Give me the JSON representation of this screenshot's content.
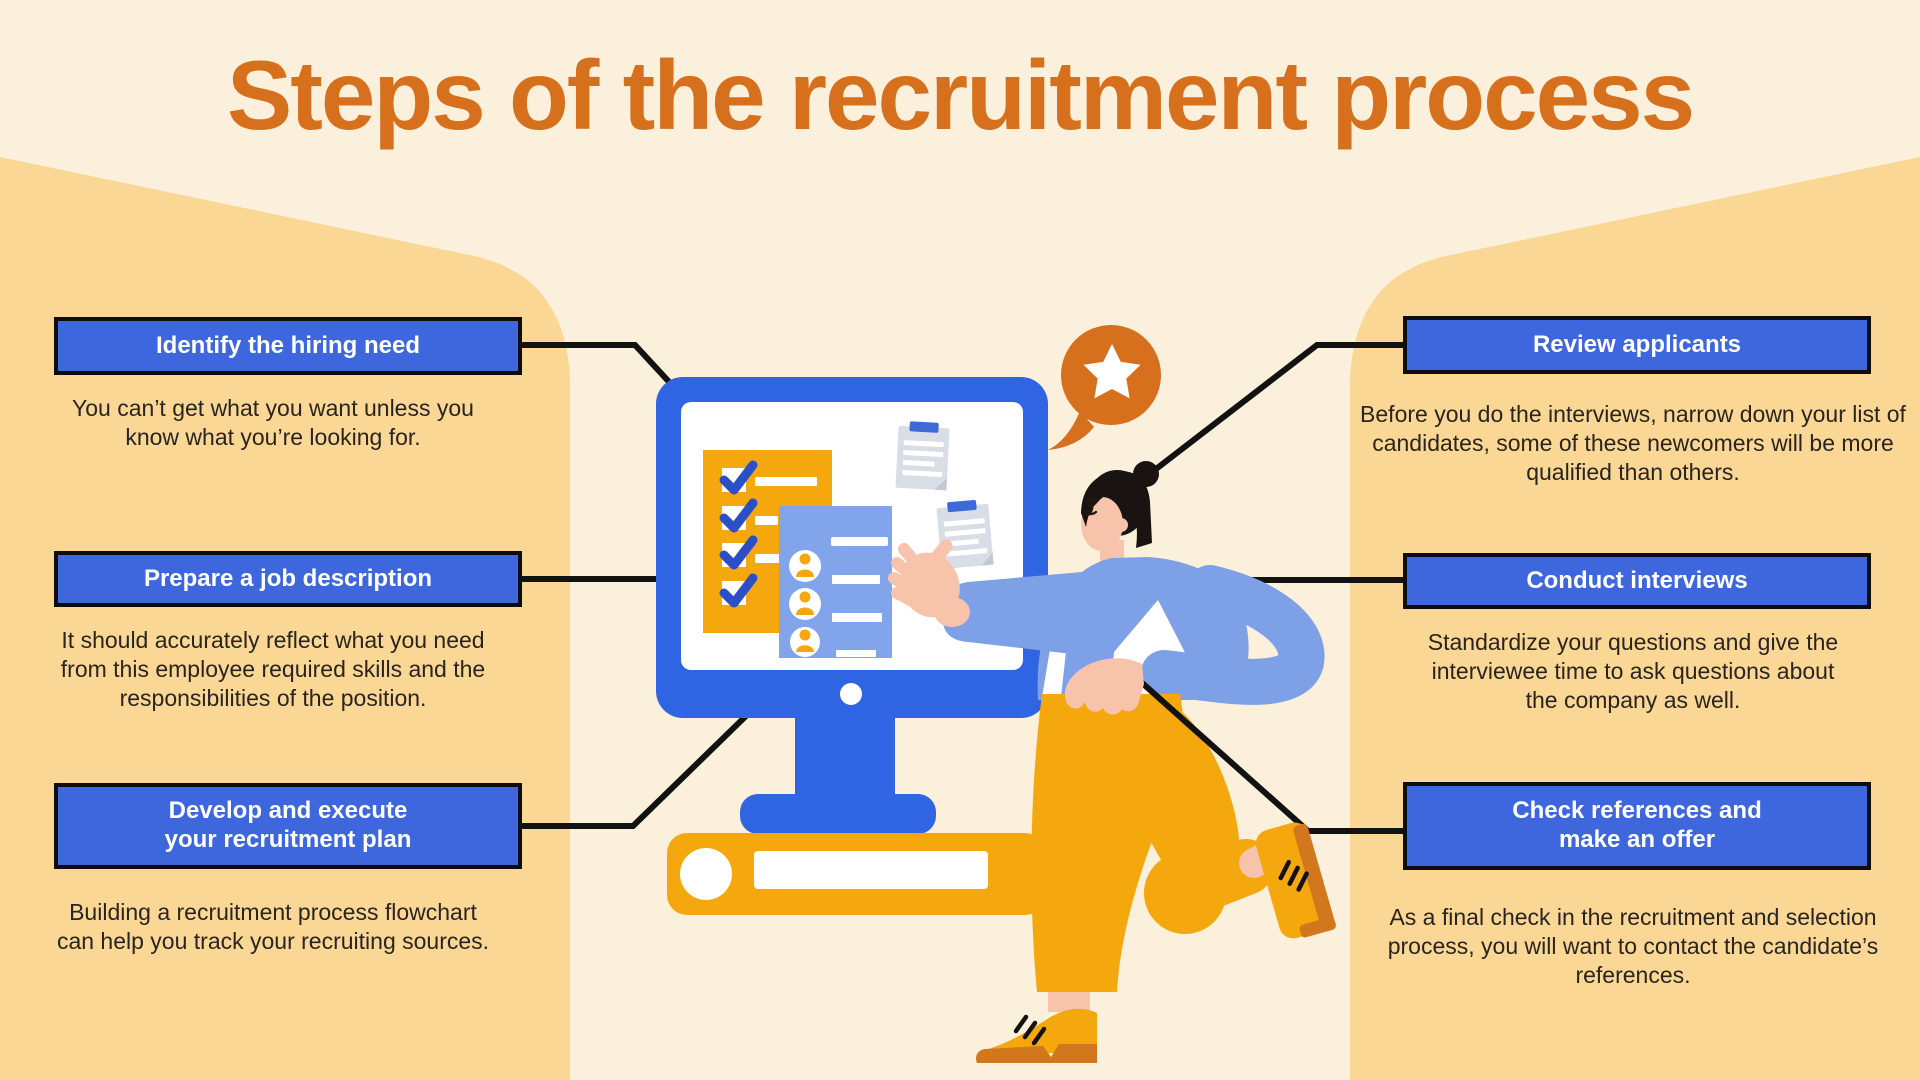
{
  "title": "Steps of the recruitment process",
  "columns": {
    "left": [
      {
        "label": [
          "Identify the hiring need"
        ],
        "description": [
          "You can’t get what you want unless you",
          "know what you’re looking for."
        ]
      },
      {
        "label": [
          "Prepare a job description"
        ],
        "description": [
          "It should accurately reflect what you need",
          "from this employee required skills and the",
          "responsibilities of the position."
        ]
      },
      {
        "label": [
          "Develop and execute",
          "your recruitment plan"
        ],
        "description": [
          "Building a recruitment process flowchart",
          "can help you track your recruiting sources."
        ]
      }
    ],
    "right": [
      {
        "label": [
          "Review applicants"
        ],
        "description": [
          "Before you do the interviews, narrow down your list of",
          "candidates, some of these newcomers will be more",
          "qualified than others."
        ]
      },
      {
        "label": [
          "Conduct interviews"
        ],
        "description": [
          "Standardize your questions and give the",
          "interviewee time to ask questions about",
          "the company as well."
        ]
      },
      {
        "label": [
          "Check references and",
          "make an offer"
        ],
        "description": [
          "As a final check in the recruitment and selection",
          "process, you will want to contact the candidate’s",
          "references."
        ]
      }
    ]
  },
  "illustration_icons": {
    "monitor": "monitor-icon",
    "checklist": "checklist-icon",
    "candidates": "candidate-list-icon",
    "documents": "document-icon",
    "speech_star": "star-speech-bubble-icon",
    "recruiter": "recruiter-woman-illustration"
  },
  "colors": {
    "background": "#FBF0DB",
    "panel": "#FAD795",
    "accent_orange": "#D6701D",
    "box_blue": "#3E67DE",
    "monitor_blue": "#2F65E2",
    "soft_blue": "#7EA0E6",
    "card_blue": "#82A4EB",
    "yellow": "#F5A70E",
    "dark_orange": "#D2771C",
    "skin": "#F8C3AB",
    "hair": "#191411",
    "text_dark": "#2A2420",
    "line_black": "#121212",
    "paper_gray": "#D8DDE6",
    "doc_blue": "#3E6AD8",
    "check_blue": "#2B4FC6"
  }
}
